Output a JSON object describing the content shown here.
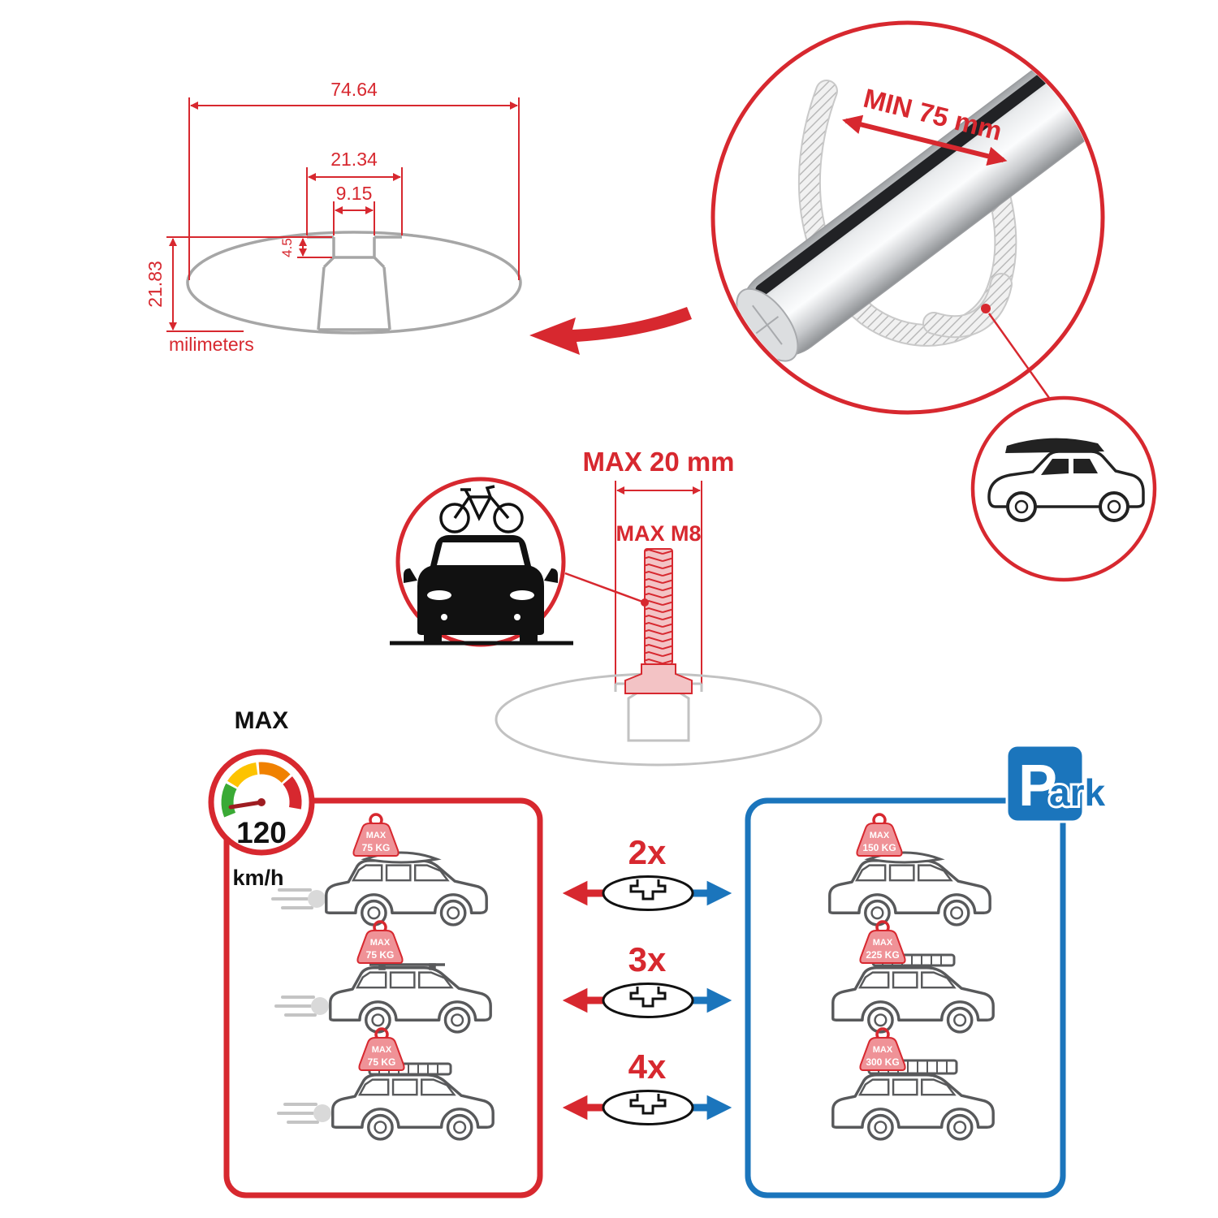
{
  "colors": {
    "accent_red": "#d7282f",
    "accent_blue": "#1b75bc",
    "profile_gray": "#a6a6a6",
    "bar_silver": "#d9dbdd",
    "line_dark": "#58595b"
  },
  "cross_section_drawing": {
    "total_width_mm": "74.64",
    "slot_outer_width_mm": "21.34",
    "slot_opening_mm": "9.15",
    "lip_depth_mm": "4.5",
    "total_height_mm": "21.83",
    "units_label": "milimeters"
  },
  "bar_closeup": {
    "min_span_label": "MIN 75 mm"
  },
  "bolt_spec": {
    "max_width_label": "MAX 20 mm",
    "max_thread_label": "MAX M8"
  },
  "speed_gauge": {
    "max_label": "MAX",
    "value": "120",
    "units": "km/h",
    "segment_colors": [
      "#3aaa35",
      "#fdc300",
      "#f08100",
      "#d7282f"
    ]
  },
  "parking_sign": {
    "letter": "P",
    "suffix": "ark"
  },
  "driving_panel": {
    "cars": [
      {
        "tag_line1": "MAX",
        "tag_line2": "75 KG"
      },
      {
        "tag_line1": "MAX",
        "tag_line2": "75 KG"
      },
      {
        "tag_line1": "MAX",
        "tag_line2": "75 KG"
      }
    ]
  },
  "parked_panel": {
    "cars": [
      {
        "tag_line1": "MAX",
        "tag_line2": "150 KG"
      },
      {
        "tag_line1": "MAX",
        "tag_line2": "225 KG"
      },
      {
        "tag_line1": "MAX",
        "tag_line2": "300 KG"
      }
    ]
  },
  "bar_quantities": [
    {
      "label": "2x"
    },
    {
      "label": "3x"
    },
    {
      "label": "4x"
    }
  ]
}
